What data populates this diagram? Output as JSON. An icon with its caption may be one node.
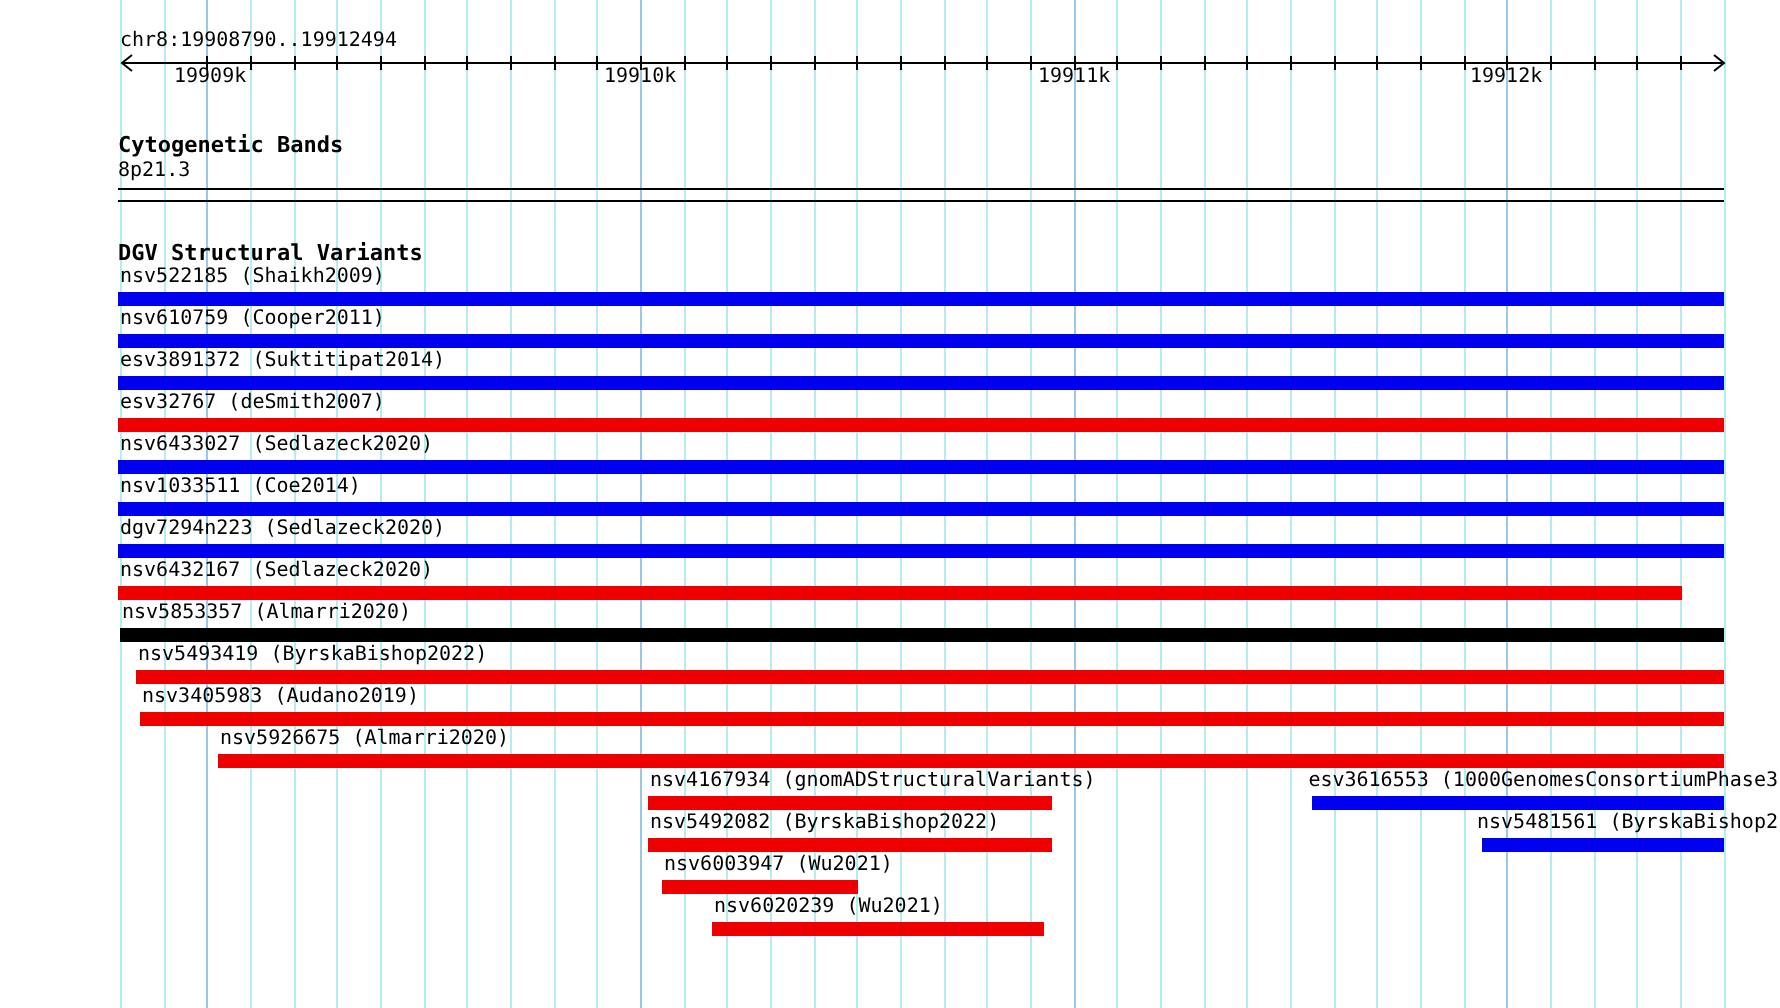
{
  "diagram": {
    "nodes": [
      {
        "text": [
          "nsv522185 (Shaikh2009)"
        ]
      },
      {
        "text": [
          "nsv610759 (Cooper2011)"
        ]
      },
      {
        "text": [
          "esv3891372 (Suktitipat2014)"
        ]
      },
      {
        "text": [
          "esv32767 (deSmith2007)"
        ]
      },
      {
        "text": [
          "nsv6433027 (Sedlazeck2020)"
        ]
      },
      {
        "text": [
          "nsv1033511 (Coe2014)"
        ]
      },
      {
        "text": [
          "dgv7294n223 (Sedlazeck2020)"
        ]
      },
      {
        "text": [
          "nsv6432167 (Sedlazeck2020)"
        ]
      },
      {
        "text": [
          "nsv5853357 (Almarri2020)"
        ]
      },
      {
        "text": [
          "nsv5493419 (ByrskaBishop2022)"
        ]
      },
      {
        "text": [
          "nsv3405983 (Audano2019)"
        ]
      },
      {
        "text": [
          "nsv5926675 (Almarri2020)"
        ]
      },
      {
        "text": [
          "nsv4167934 (gnomADStructuralVariants)"
        ]
      },
      {
        "text": [
          "esv3616553 (1000GenomesConsortiumPhase3"
        ]
      },
      {
        "text": [
          "nsv5492082 (ByrskaBishop2022)"
        ]
      },
      {
        "text": [
          "nsv5481561 (ByrskaBishop2"
        ]
      },
      {
        "text": [
          "nsv6003947 (Wu2021)"
        ]
      },
      {
        "text": [
          "nsv6020239 (Wu2021)"
        ]
      }
    ],
    "labels": [
      "chr8:19908790..19912494",
      "19909k",
      "19910k",
      "19911k",
      "19912k",
      "Cytogenetic Bands",
      "8p21.3",
      "DGV Structural Variants"
    ]
  }
}
